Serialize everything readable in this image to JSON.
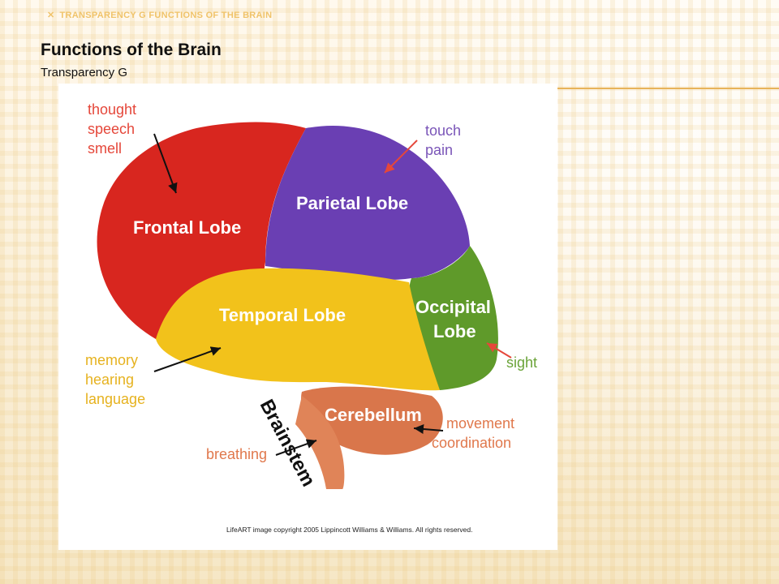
{
  "slide": {
    "header_small": "TRANSPARENCY G FUNCTIONS OF THE BRAIN",
    "title": "Functions of the Brain",
    "subtitle": "Transparency G"
  },
  "figure": {
    "lobes": {
      "frontal": "Frontal Lobe",
      "parietal": "Parietal Lobe",
      "temporal": "Temporal Lobe",
      "occipital_1": "Occipital",
      "occipital_2": "Lobe",
      "cerebellum": "Cerebellum",
      "brainstem": "Brainstem"
    },
    "functions": {
      "frontal": [
        "thought",
        "speech",
        "smell"
      ],
      "parietal": [
        "touch",
        "pain"
      ],
      "temporal": [
        "memory",
        "hearing",
        "language"
      ],
      "occipital": [
        "sight"
      ],
      "cerebellum": [
        "movement",
        "coordination"
      ],
      "brainstem": [
        "breathing"
      ]
    },
    "copyright": "LifeART image copyright 2005 Lippincott Williams & Williams. All rights reserved."
  },
  "colors": {
    "frontal": "#d8261f",
    "parietal": "#6a3fb3",
    "temporal": "#f2c21b",
    "occipital": "#5f9a2a",
    "cerebellum": "#d9764b",
    "brainstem": "#e08458",
    "label_red": "#e5473a",
    "label_purple": "#7a55b8",
    "label_yellow": "#e6b21f",
    "label_green": "#6aa338",
    "label_orange": "#e0784c"
  }
}
